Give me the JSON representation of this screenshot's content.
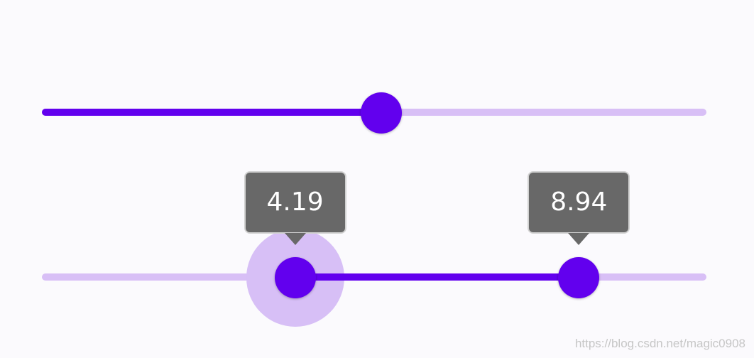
{
  "colors": {
    "background": "#fbfafd",
    "track_active": "#6200ee",
    "track_inactive": "#d8bff6",
    "thumb": "#6200ee",
    "thumb_halo": "#d7bff6",
    "tooltip_background": "#686868",
    "tooltip_text": "#ffffff",
    "watermark": "#c6c6c6"
  },
  "slider_single": {
    "value_fraction": 0.511
  },
  "slider_range": {
    "start_value": "4.19",
    "end_value": "8.94",
    "start_fraction": 0.381,
    "end_fraction": 0.808,
    "start_thumb_focused": true
  },
  "watermark": "https://blog.csdn.net/magic0908"
}
